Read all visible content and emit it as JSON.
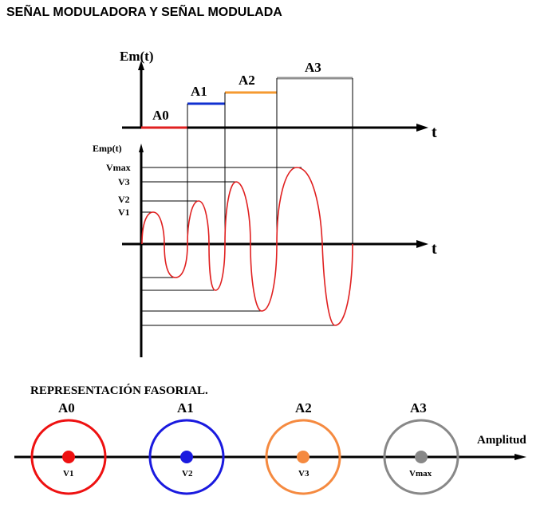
{
  "title": "SEÑAL MODULADORA Y SEÑAL MODULADA",
  "top_chart": {
    "y_label": "Em(t)",
    "x_label": "t",
    "levels": [
      {
        "name": "A0",
        "color": "#e02020"
      },
      {
        "name": "A1",
        "color": "#1030d0"
      },
      {
        "name": "A2",
        "color": "#f59a30"
      },
      {
        "name": "A3",
        "color": "#909090"
      }
    ]
  },
  "bottom_chart": {
    "y_label": "Emp(t)",
    "x_label": "t",
    "amplitude_labels": [
      "Vmax",
      "V3",
      "V2",
      "V1"
    ],
    "wave_color": "#e02020"
  },
  "phasor_section": {
    "heading": "REPRESENTACIÓN FASORIAL.",
    "axis_label": "Amplitud",
    "phasors": [
      {
        "name": "A0",
        "value_label": "V1",
        "color": "#ee1111"
      },
      {
        "name": "A1",
        "value_label": "V2",
        "color": "#1a1adf"
      },
      {
        "name": "A2",
        "value_label": "V3",
        "color": "#f58a40"
      },
      {
        "name": "A3",
        "value_label": "Vmax",
        "color": "#888888"
      }
    ]
  }
}
